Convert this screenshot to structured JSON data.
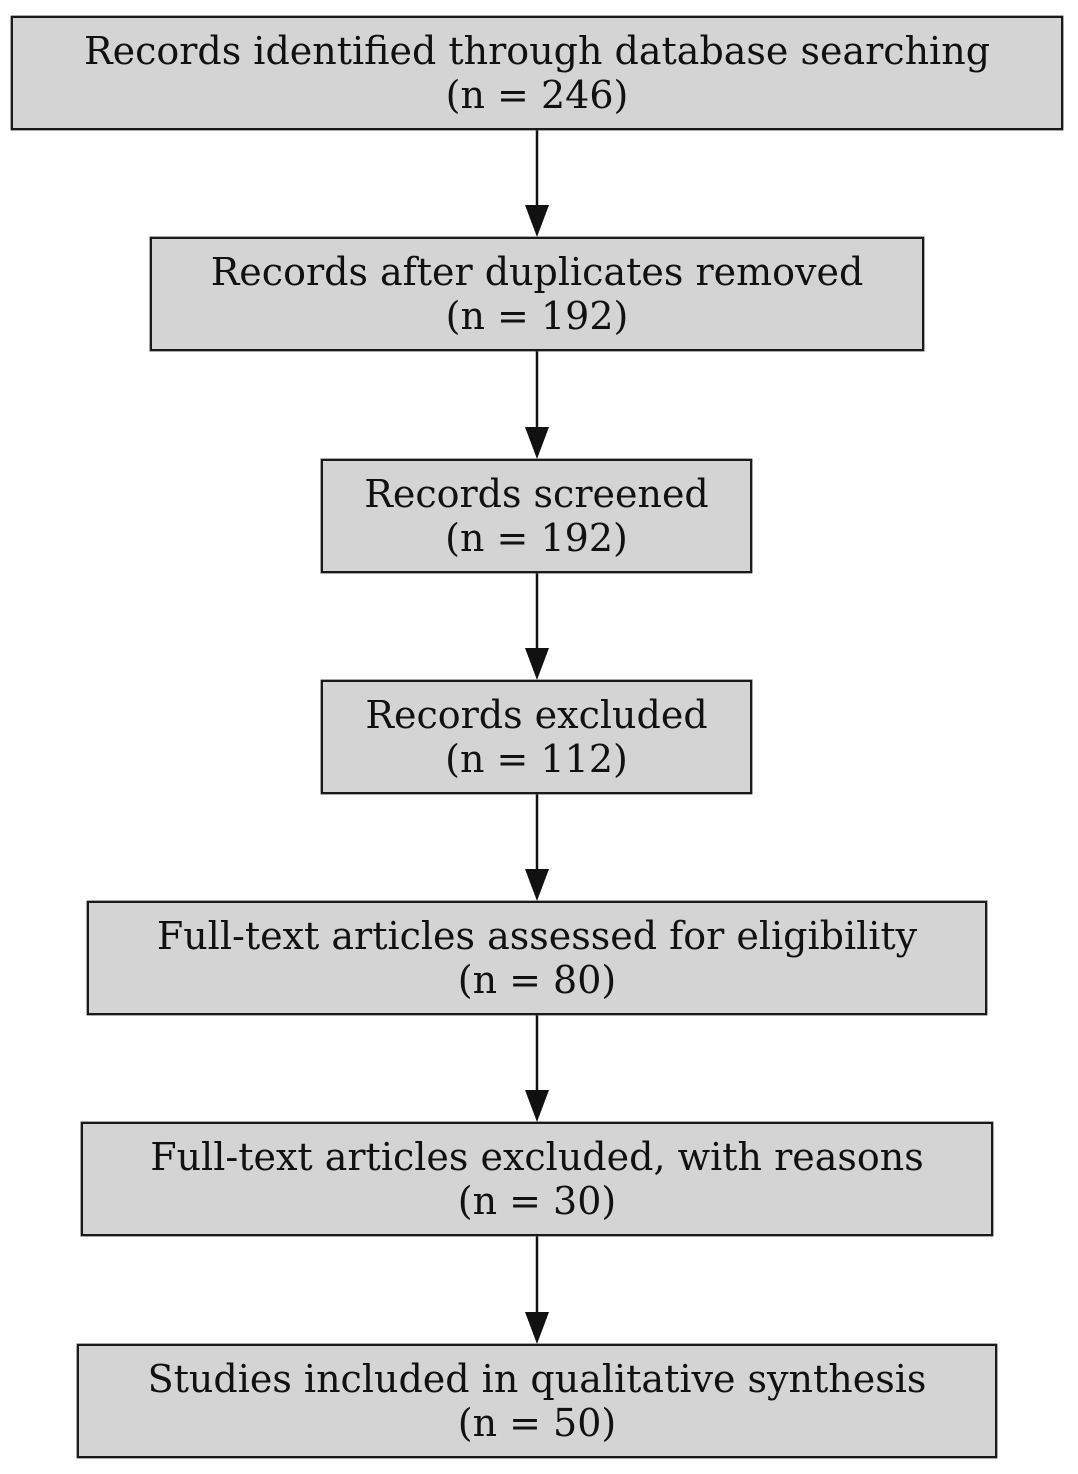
{
  "diagram": {
    "steps": [
      {
        "label": "Records identified through database searching",
        "count": "(n = 246)"
      },
      {
        "label": "Records after duplicates removed",
        "count": "(n = 192)"
      },
      {
        "label": "Records screened",
        "count": "(n = 192)"
      },
      {
        "label": "Records excluded",
        "count": "(n = 112)"
      },
      {
        "label": "Full-text articles assessed for eligibility",
        "count": "(n = 80)"
      },
      {
        "label": "Full-text articles excluded, with reasons",
        "count": "(n = 30)"
      },
      {
        "label": "Studies included in qualitative synthesis",
        "count": "(n = 50)"
      }
    ],
    "colors": {
      "box_fill": "#d4d4d4",
      "box_border": "#1a1a1a",
      "arrow": "#111111"
    }
  }
}
